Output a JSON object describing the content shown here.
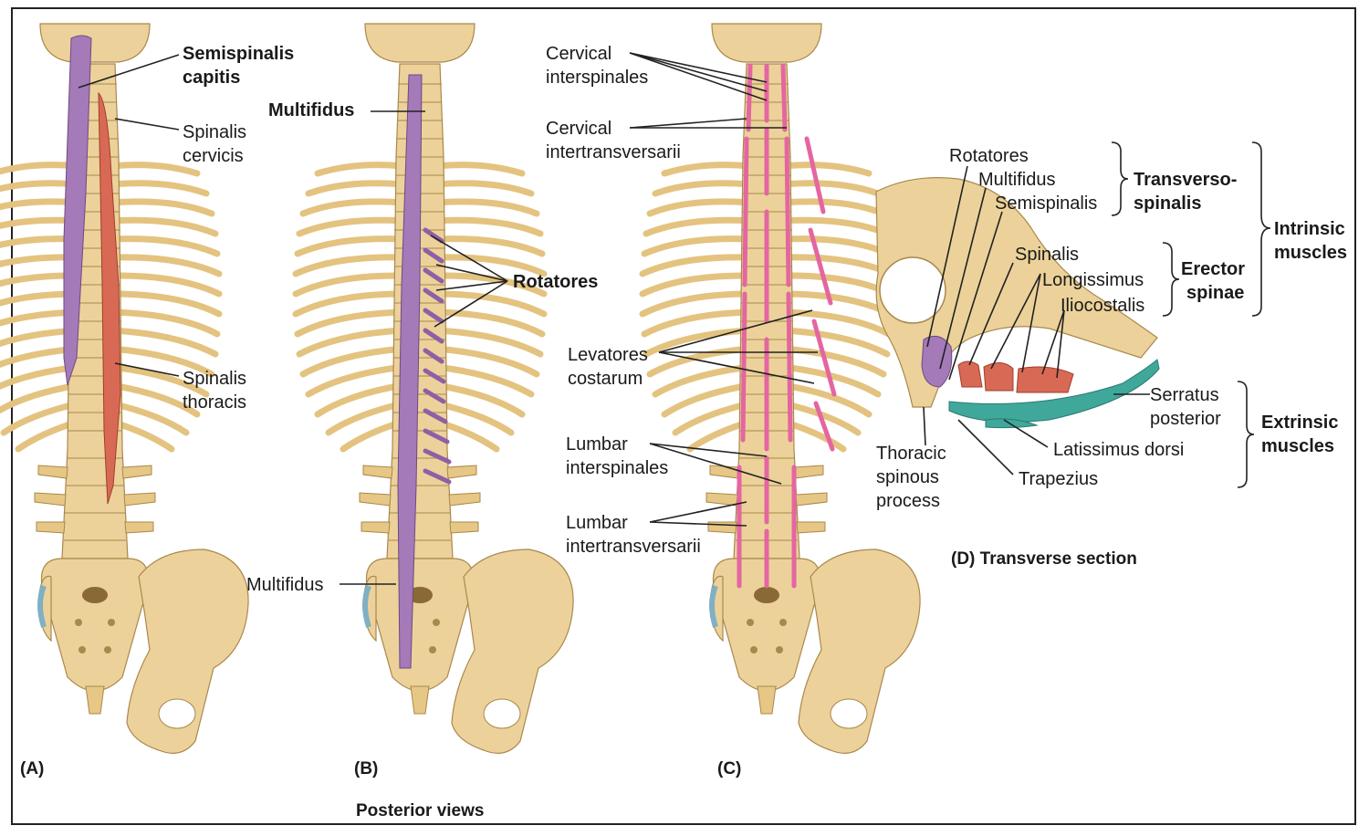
{
  "colors": {
    "bone": "#ecd29a",
    "bone_outline": "#a9884c",
    "semispinalis_purple": "#a57ab8",
    "spinalis_red": "#d86a55",
    "interspinales_pink": "#e466a0",
    "extrinsic_teal": "#3fa89a",
    "text": "#1a1a1a"
  },
  "panels": {
    "a": "(A)",
    "b": "(B)",
    "c": "(C)",
    "d": "(D)  Transverse section",
    "footer": "Posterior views"
  },
  "panel_a": {
    "semispinalis_capitis_1": "Semispinalis",
    "semispinalis_capitis_2": "capitis",
    "spinalis_cervicis_1": "Spinalis",
    "spinalis_cervicis_2": "cervicis",
    "spinalis_thoracis_1": "Spinalis",
    "spinalis_thoracis_2": "thoracis"
  },
  "panel_b": {
    "multifidus_top": "Multifidus",
    "rotatores": "Rotatores",
    "multifidus_bottom": "Multifidus"
  },
  "panel_c": {
    "cervical_interspinales_1": "Cervical",
    "cervical_interspinales_2": "interspinales",
    "cervical_intertrans_1": "Cervical",
    "cervical_intertrans_2": "intertransversarii",
    "levatores_1": "Levatores",
    "levatores_2": "costarum",
    "lumbar_interspinales_1": "Lumbar",
    "lumbar_interspinales_2": "interspinales",
    "lumbar_intertrans_1": "Lumbar",
    "lumbar_intertrans_2": "intertransversarii"
  },
  "panel_d": {
    "rotatores": "Rotatores",
    "multifidus": "Multifidus",
    "semispinalis": "Semispinalis",
    "transversospinalis_1": "Transverso-",
    "transversospinalis_2": "spinalis",
    "spinalis": "Spinalis",
    "longissimus": "Longissimus",
    "iliocostalis": "Iliocostalis",
    "erector_1": "Erector",
    "erector_2": "spinae",
    "intrinsic_1": "Intrinsic",
    "intrinsic_2": "muscles",
    "serratus_1": "Serratus",
    "serratus_2": "posterior",
    "latissimus": "Latissimus dorsi",
    "trapezius": "Trapezius",
    "thoracic_1": "Thoracic",
    "thoracic_2": "spinous",
    "thoracic_3": "process",
    "extrinsic_1": "Extrinsic",
    "extrinsic_2": "muscles"
  }
}
